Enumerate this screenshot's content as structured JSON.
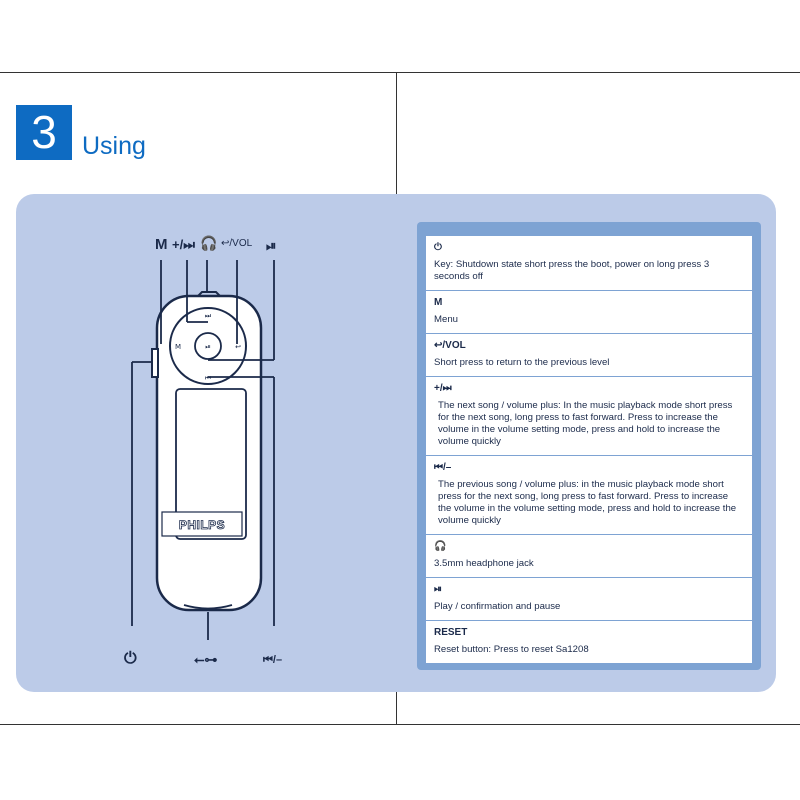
{
  "section": {
    "number": "3",
    "title": "Using"
  },
  "device": {
    "brand": "PHILPS",
    "top_labels": [
      "M",
      "+/⏭",
      "🎧",
      "↩/VOL",
      "⏯"
    ],
    "bottom_labels": [
      "⏻",
      "⭠⊶",
      "⏮/–"
    ],
    "ring_labels": {
      "top": "⏭",
      "left": "M",
      "right": "↩/VOL",
      "center": "⏯",
      "bottom": "⏮"
    }
  },
  "table": {
    "rows": [
      {
        "symbol": "⏻",
        "text": "Key: Shutdown state short press the boot, power on long press 3 seconds off"
      },
      {
        "symbol": "M",
        "text": "Menu"
      },
      {
        "symbol": "↩/VOL",
        "text": "Short press to return to the previous level"
      },
      {
        "symbol": "+/⏭",
        "text": "The next song / volume plus: In the music playback mode short press for the next song, long press to fast forward. Press to increase the volume in the volume setting mode, press and hold to increase the volume quickly"
      },
      {
        "symbol": "⏮/–",
        "text": "The previous song / volume plus: in the music playback mode short press for the next song, long press to fast forward. Press to increase the volume in the volume setting mode, press and hold to increase the volume quickly"
      },
      {
        "symbol": "🎧",
        "text": "3.5mm headphone jack"
      },
      {
        "symbol": "⏯",
        "text": "Play / confirmation and pause"
      },
      {
        "symbol": "RESET",
        "text": "Reset button: Press to reset Sa1208"
      }
    ]
  }
}
